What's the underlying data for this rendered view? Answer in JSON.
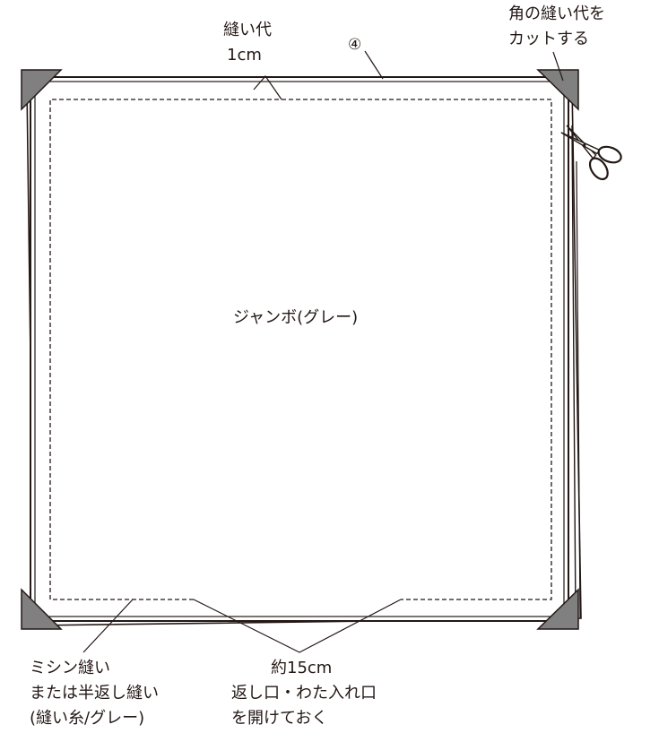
{
  "colors": {
    "line": "#231815",
    "fabric_fill": "#ffffff",
    "corner_fill": "#808080"
  },
  "labels": {
    "seam_allowance": [
      "縫い代",
      "1cm"
    ],
    "step_number": "④",
    "corner_cut": [
      "角の縫い代を",
      "カットする"
    ],
    "fabric_name": "ジャンボ(グレー)",
    "stitching": [
      "ミシン縫い",
      "または半返し縫い",
      "(縫い糸/グレー)"
    ],
    "opening": [
      "約15cm",
      "返し口・わた入れ口",
      "を開けておく"
    ]
  },
  "icons": {
    "scissors": "scissors-icon"
  }
}
